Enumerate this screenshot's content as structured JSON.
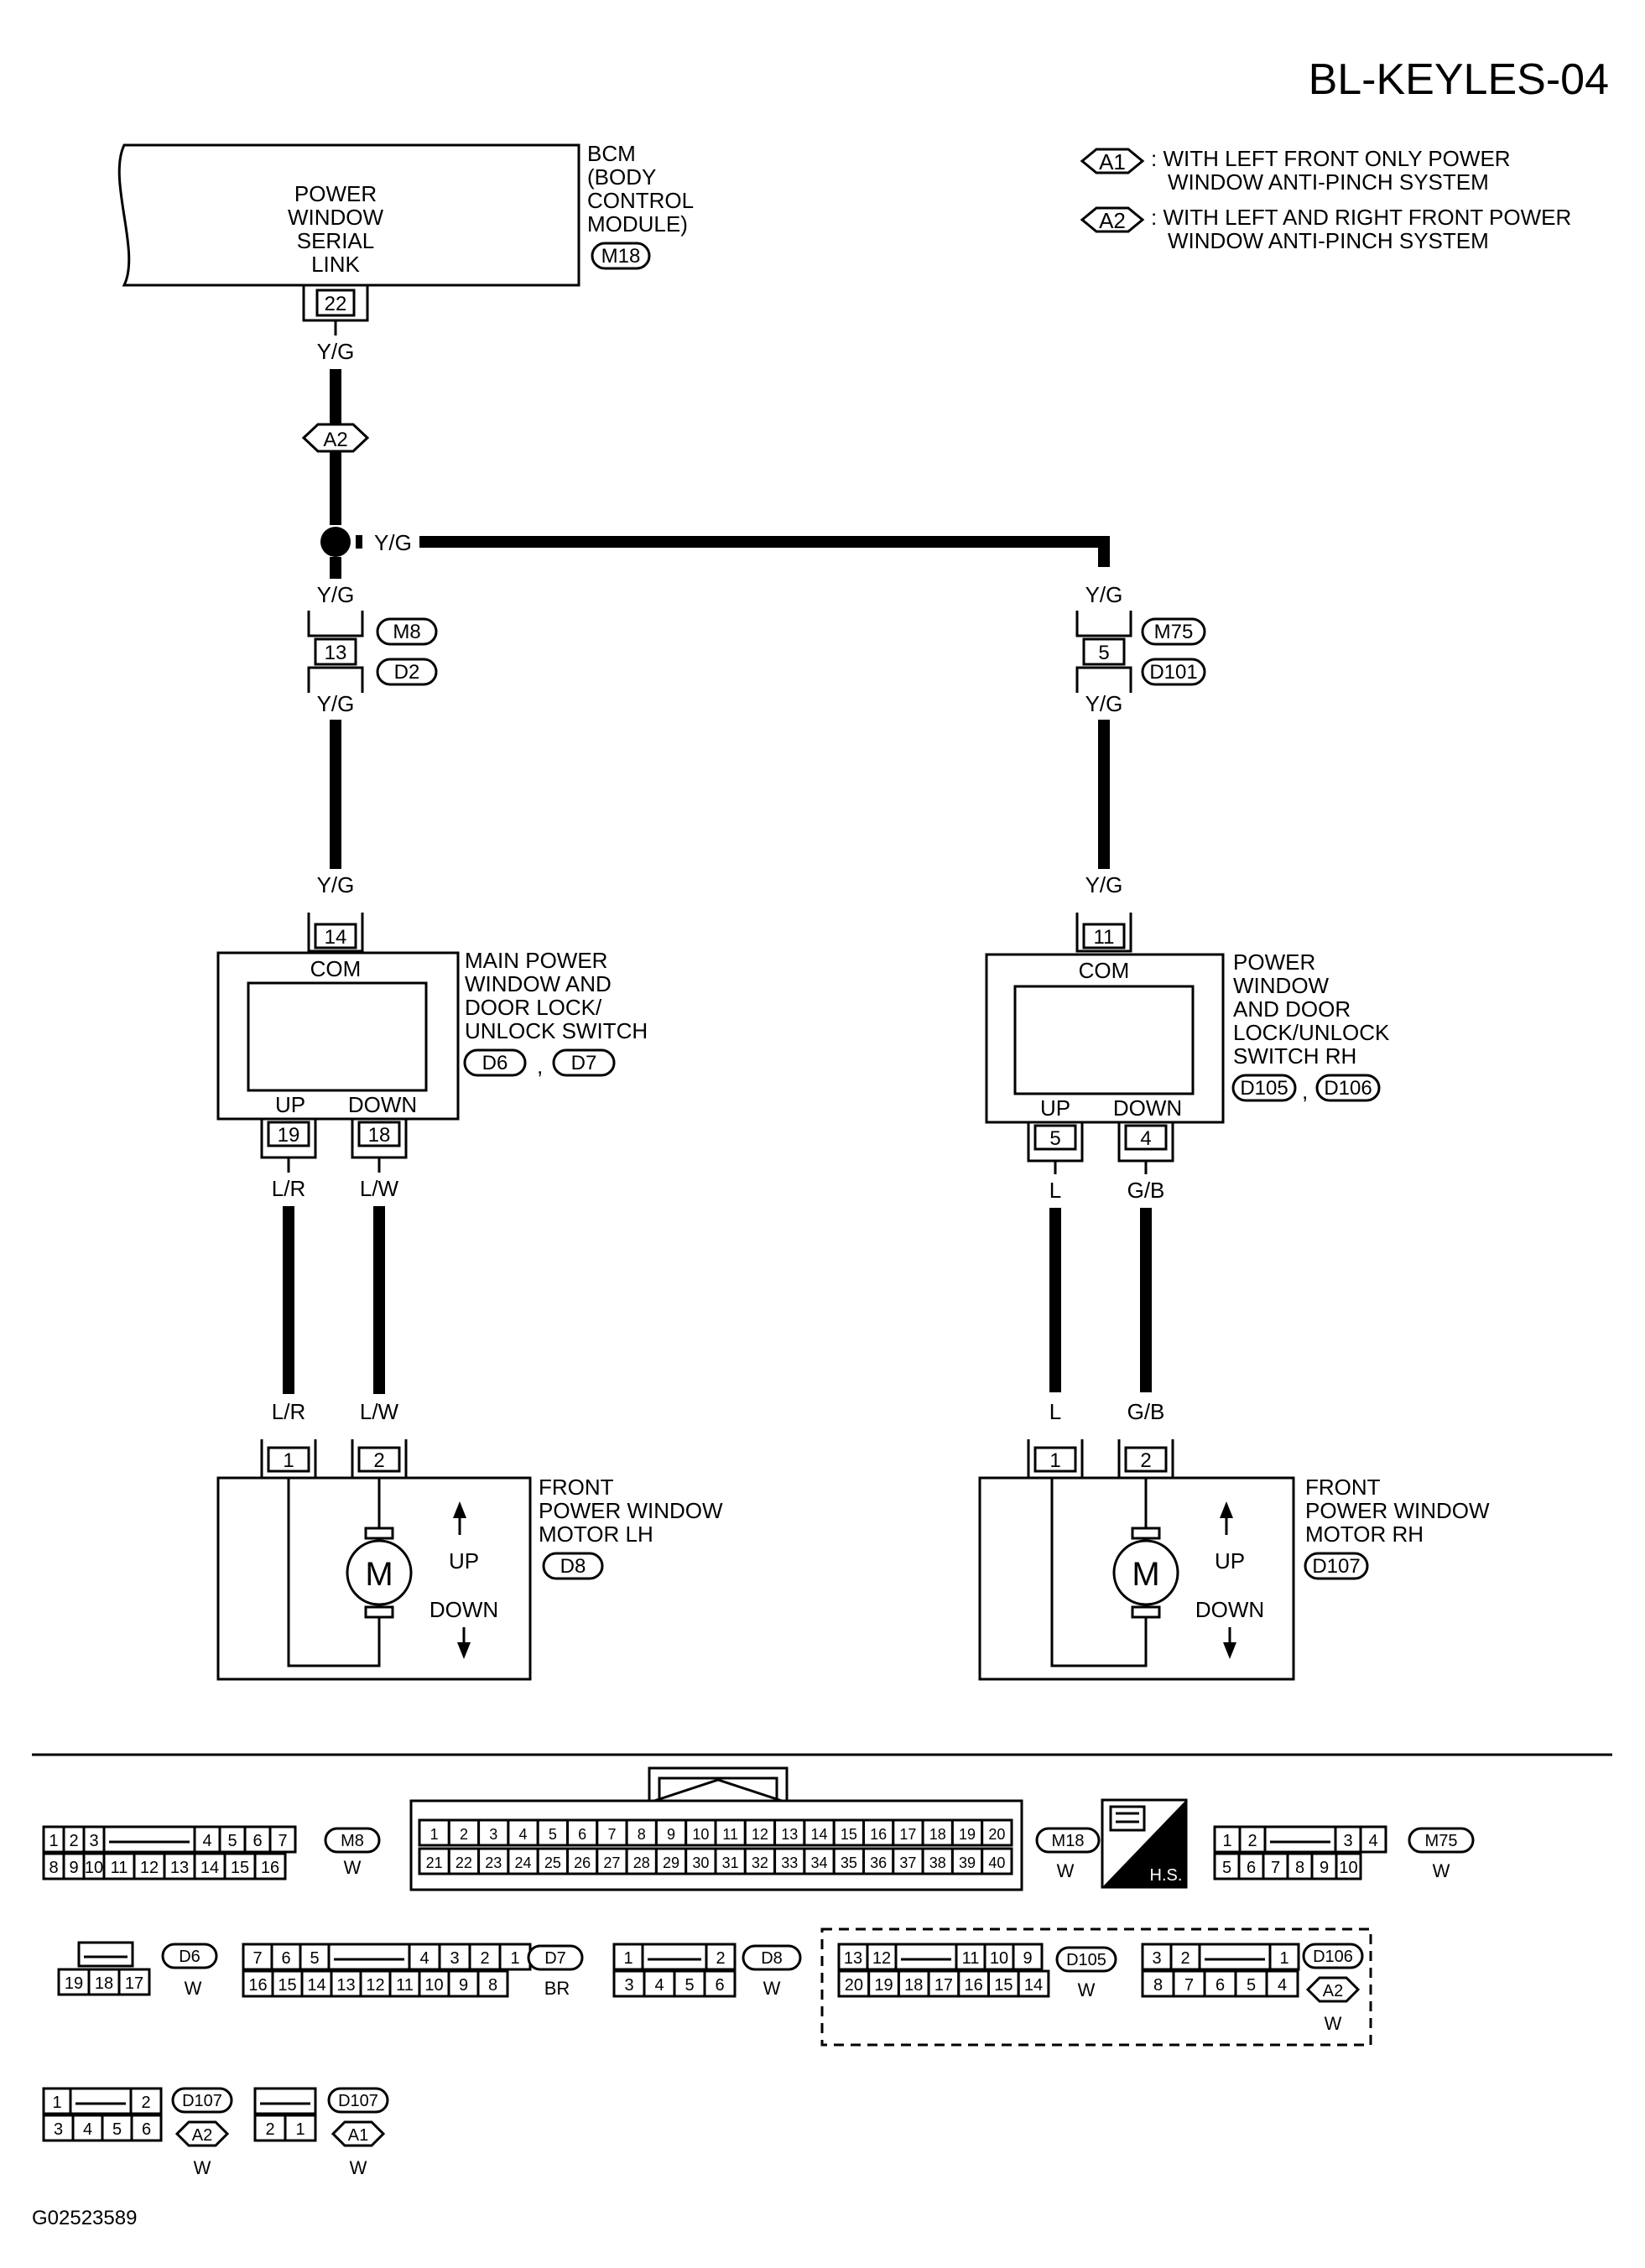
{
  "header": {
    "code": "BL-KEYLES-04"
  },
  "legend": [
    {
      "tag": "A1",
      "text": [
        ": WITH LEFT FRONT ONLY POWER",
        "WINDOW ANTI-PINCH SYSTEM"
      ]
    },
    {
      "tag": "A2",
      "text": [
        ": WITH LEFT AND RIGHT FRONT POWER",
        "WINDOW ANTI-PINCH SYSTEM"
      ]
    }
  ],
  "bcm": {
    "inner": [
      "POWER",
      "WINDOW",
      "SERIAL",
      "LINK"
    ],
    "name": [
      "BCM",
      "(BODY",
      "CONTROL",
      "MODULE)"
    ],
    "connector": "M18",
    "pin": "22"
  },
  "wires": {
    "yg": "Y/G",
    "lr": "L/R",
    "lw": "L/W",
    "l": "L",
    "gb": "G/B"
  },
  "branch_tag": "A2",
  "junction_left": {
    "pin": "13",
    "conn_a": "M8",
    "conn_b": "D2"
  },
  "junction_right": {
    "pin": "5",
    "conn_a": "M75",
    "conn_b": "D101"
  },
  "switch_main": {
    "name": [
      "MAIN POWER",
      "WINDOW AND",
      "DOOR LOCK/",
      "UNLOCK SWITCH"
    ],
    "conn_a": "D6",
    "conn_b": "D7",
    "sep": ",",
    "com_pin": "14",
    "com": "COM",
    "up": "UP",
    "down": "DOWN",
    "up_pin": "19",
    "down_pin": "18"
  },
  "switch_rh": {
    "name": [
      "POWER",
      "WINDOW",
      "AND DOOR",
      "LOCK/UNLOCK",
      "SWITCH RH"
    ],
    "conn_a": "D105",
    "conn_b": "D106",
    "sep": ",",
    "com_pin": "11",
    "com": "COM",
    "up": "UP",
    "down": "DOWN",
    "up_pin": "5",
    "down_pin": "4"
  },
  "motor_lh": {
    "name": [
      "FRONT",
      "POWER WINDOW",
      "MOTOR LH"
    ],
    "connector": "D8",
    "pin1": "1",
    "pin2": "2",
    "m": "M",
    "up": "UP",
    "down": "DOWN"
  },
  "motor_rh": {
    "name": [
      "FRONT",
      "POWER WINDOW",
      "MOTOR RH"
    ],
    "connector": "D107",
    "pin1": "1",
    "pin2": "2",
    "m": "M",
    "up": "UP",
    "down": "DOWN"
  },
  "connector_key": {
    "m8": {
      "id": "M8",
      "color": "W",
      "top": [
        "1",
        "2",
        "3",
        "4",
        "5",
        "6",
        "7"
      ],
      "bottom": [
        "8",
        "9",
        "10",
        "11",
        "12",
        "13",
        "14",
        "15",
        "16"
      ]
    },
    "m18": {
      "id": "M18",
      "color": "W",
      "top": [
        "1",
        "2",
        "3",
        "4",
        "5",
        "6",
        "7",
        "8",
        "9",
        "10",
        "11",
        "12",
        "13",
        "14",
        "15",
        "16",
        "17",
        "18",
        "19",
        "20"
      ],
      "bottom": [
        "21",
        "22",
        "23",
        "24",
        "25",
        "26",
        "27",
        "28",
        "29",
        "30",
        "31",
        "32",
        "33",
        "34",
        "35",
        "36",
        "37",
        "38",
        "39",
        "40"
      ]
    },
    "hs": "H.S.",
    "m75": {
      "id": "M75",
      "color": "W",
      "top": [
        "1",
        "2",
        "3",
        "4"
      ],
      "bottom": [
        "5",
        "6",
        "7",
        "8",
        "9",
        "10"
      ]
    },
    "d6": {
      "id": "D6",
      "color": "W",
      "bottom": [
        "19",
        "18",
        "17"
      ]
    },
    "d7": {
      "id": "D7",
      "color": "BR",
      "top": [
        "7",
        "6",
        "5",
        "4",
        "3",
        "2",
        "1"
      ],
      "bottom": [
        "16",
        "15",
        "14",
        "13",
        "12",
        "11",
        "10",
        "9",
        "8"
      ]
    },
    "d8": {
      "id": "D8",
      "color": "W",
      "top": [
        "1",
        "2"
      ],
      "bottom": [
        "3",
        "4",
        "5",
        "6"
      ]
    },
    "d105": {
      "id": "D105",
      "color": "W",
      "top": [
        "13",
        "12",
        "11",
        "10",
        "9"
      ],
      "bottom": [
        "20",
        "19",
        "18",
        "17",
        "16",
        "15",
        "14"
      ]
    },
    "d106": {
      "id": "D106",
      "color": "W",
      "tag": "A2",
      "top": [
        "3",
        "2",
        "1"
      ],
      "bottom": [
        "8",
        "7",
        "6",
        "5",
        "4"
      ]
    },
    "d107a": {
      "id": "D107",
      "color": "W",
      "tag": "A2",
      "top": [
        "1",
        "2"
      ],
      "bottom": [
        "3",
        "4",
        "5",
        "6"
      ]
    },
    "d107b": {
      "id": "D107",
      "color": "W",
      "tag": "A1",
      "bottom": [
        "2",
        "1"
      ]
    }
  },
  "footer": {
    "code": "G02523589"
  }
}
